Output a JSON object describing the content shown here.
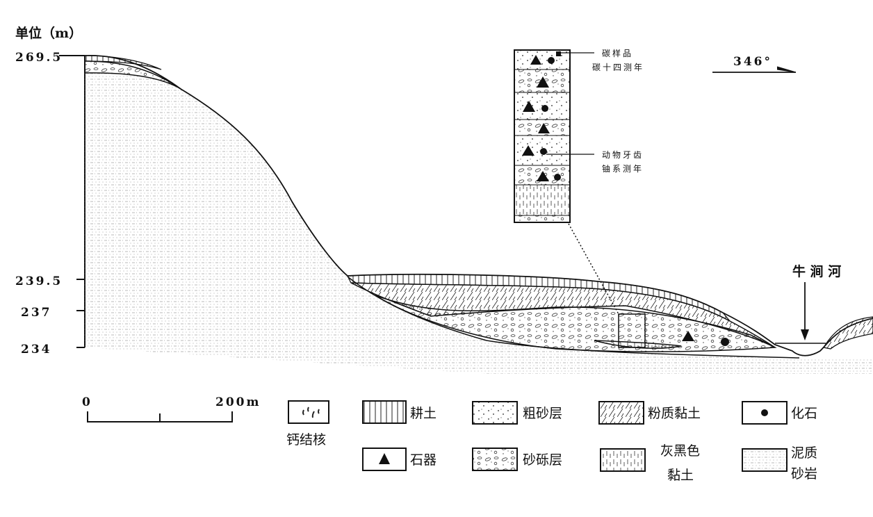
{
  "unit_label": "单位（m）",
  "elevations": [
    "269.5",
    "239.5",
    "237",
    "234"
  ],
  "column_notes": {
    "carbon_sample": [
      "碳样品",
      "碳十四测年"
    ],
    "animal_teeth": [
      "动物牙齿",
      "铀系测年"
    ]
  },
  "orientation": "346°",
  "river": "牛 涧 河",
  "scale": {
    "start": "0",
    "end": "200m"
  },
  "legend": [
    {
      "pattern": "calcareous-nodule",
      "label": "钙结核"
    },
    {
      "pattern": "cultivated-soil",
      "label": "耕土"
    },
    {
      "pattern": "coarse-sand",
      "label": "粗砂层"
    },
    {
      "pattern": "silty-clay",
      "label": "粉质黏土"
    },
    {
      "pattern": "fossil",
      "label": "化石"
    },
    {
      "pattern": "stone-tool",
      "label": "石器"
    },
    {
      "pattern": "gravel",
      "label": "砂砾层"
    },
    {
      "pattern": "gray-black-clay",
      "label_lines": [
        "灰黑色",
        "黏土"
      ]
    },
    {
      "pattern": "muddy-sandstone",
      "label_lines": [
        "泥质",
        "砂岩"
      ]
    }
  ]
}
